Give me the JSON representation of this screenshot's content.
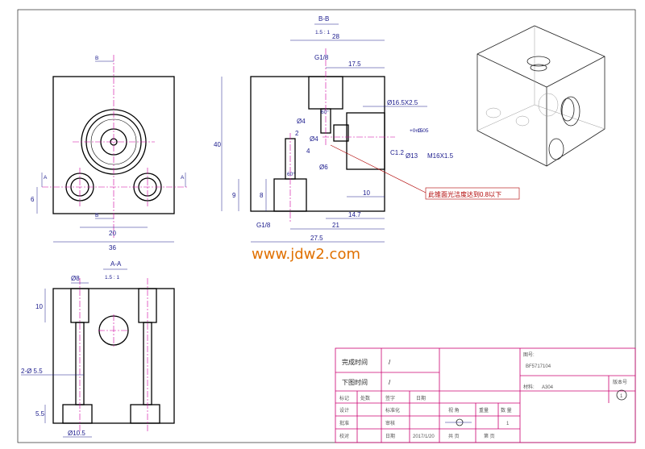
{
  "views": {
    "section_bb": {
      "title": "B-B",
      "scale": "1.5 : 1"
    },
    "section_aa": {
      "title": "A-A",
      "scale": "1.5 : 1"
    },
    "section_mark_a": "A",
    "section_mark_b": "B"
  },
  "front_dims": {
    "d6": "6",
    "d20": "20",
    "d36": "36"
  },
  "bb_dims": {
    "d28": "28",
    "d17_5": "17.5",
    "g18_top": "G1/8",
    "phi16_5": "Ø16.5X2.5",
    "phi4a": "Ø4",
    "phi4b": "Ø4",
    "d2": "2",
    "d60a": "60°",
    "d60b": "60°",
    "phi6": "Ø6",
    "c12": "C1.2",
    "phi13": "Ø13",
    "tol_up": "+0.15",
    "tol_lo": "+0.05",
    "m16": "M16X1.5",
    "d40": "40",
    "d9": "9",
    "d8": "8",
    "d10": "10",
    "d14_7": "14.7",
    "d21": "21",
    "d27_5": "27.5",
    "g18_bot": "G1/8",
    "d4": "4"
  },
  "note": "此锥面光洁度达到0.8以下",
  "watermark": "www.jdw2.com",
  "aa_dims": {
    "phi8": "Ø8",
    "d10": "10",
    "two_phi": "2-Ø 5.5",
    "d5_5": "5.5",
    "phi10_5": "Ø10.5"
  },
  "title_block": {
    "finish_time": "完成时间",
    "slash1": "/",
    "draw_time": "下图时间",
    "slash2": "/",
    "drawing_no_label": "图号:",
    "drawing_no": "BF5717104",
    "material_label": "材料:",
    "material": "A304",
    "version_label": "版本号",
    "version": "1",
    "mark": "标记",
    "count": "处数",
    "sign": "签字",
    "date": "日期",
    "design": "设计",
    "standard": "标准化",
    "proportion": "视  角",
    "weight": "重量",
    "qty": "数  量",
    "approve": "批准",
    "review": "审核",
    "qty_val": "1",
    "proofread": "校对",
    "date2": "日期",
    "date_val": "2017/1/20",
    "total": "共   页",
    "sheet": "第   页"
  }
}
